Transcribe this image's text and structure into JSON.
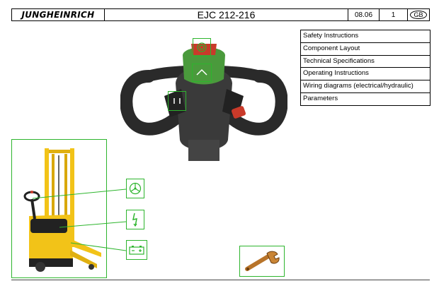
{
  "header": {
    "brand": "JUNGHEINRICH",
    "model": "EJC 212-216",
    "date": "08.06",
    "page": "1",
    "language": "GB"
  },
  "menu": {
    "items": [
      {
        "label": "Safety Instructions"
      },
      {
        "label": "Component Layout"
      },
      {
        "label": "Technical Specifications"
      },
      {
        "label": "Operating Instructions"
      },
      {
        "label": "Wiring diagrams (electrical/hydraulic)"
      },
      {
        "label": "Parameters"
      }
    ]
  },
  "icons": {
    "steering": "steering-wheel-icon",
    "electrical": "lightning-icon",
    "battery": "battery-icon",
    "tool": "wrench-icon",
    "tiller_top": "emergency-stop-icon",
    "tiller_mid": "drive-direction-icon",
    "tiller_left": "lift-lower-buttons-icon"
  },
  "colors": {
    "highlight": "#2db52d",
    "truck_yellow": "#f2c318",
    "tiller_green": "#4a9a3c"
  }
}
